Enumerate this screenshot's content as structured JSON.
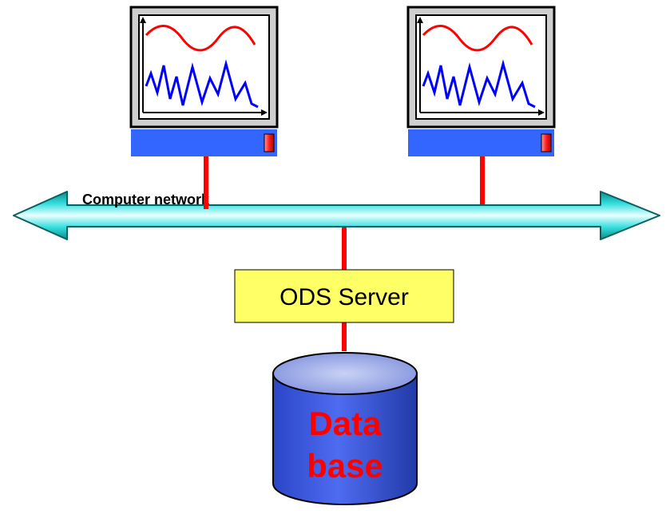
{
  "network": {
    "label": "Computer network"
  },
  "server": {
    "label": "ODS Server"
  },
  "database": {
    "line1": "Data",
    "line2": "base"
  },
  "workstations": [
    {
      "id": "workstation-1"
    },
    {
      "id": "workstation-2"
    }
  ],
  "colors": {
    "link": "#ff0000",
    "network_fill": "#00ffff",
    "network_dark": "#008080",
    "workstation_base": "#3366ff",
    "server_fill": "#ffff66",
    "database_fill": "#3355dd",
    "database_top": "#99aaee",
    "screen_signal_red": "#ff0000",
    "screen_signal_blue": "#0000ff"
  },
  "icons": [
    "monitor-icon",
    "led-indicator-icon",
    "database-cylinder-icon",
    "double-arrow-icon"
  ]
}
